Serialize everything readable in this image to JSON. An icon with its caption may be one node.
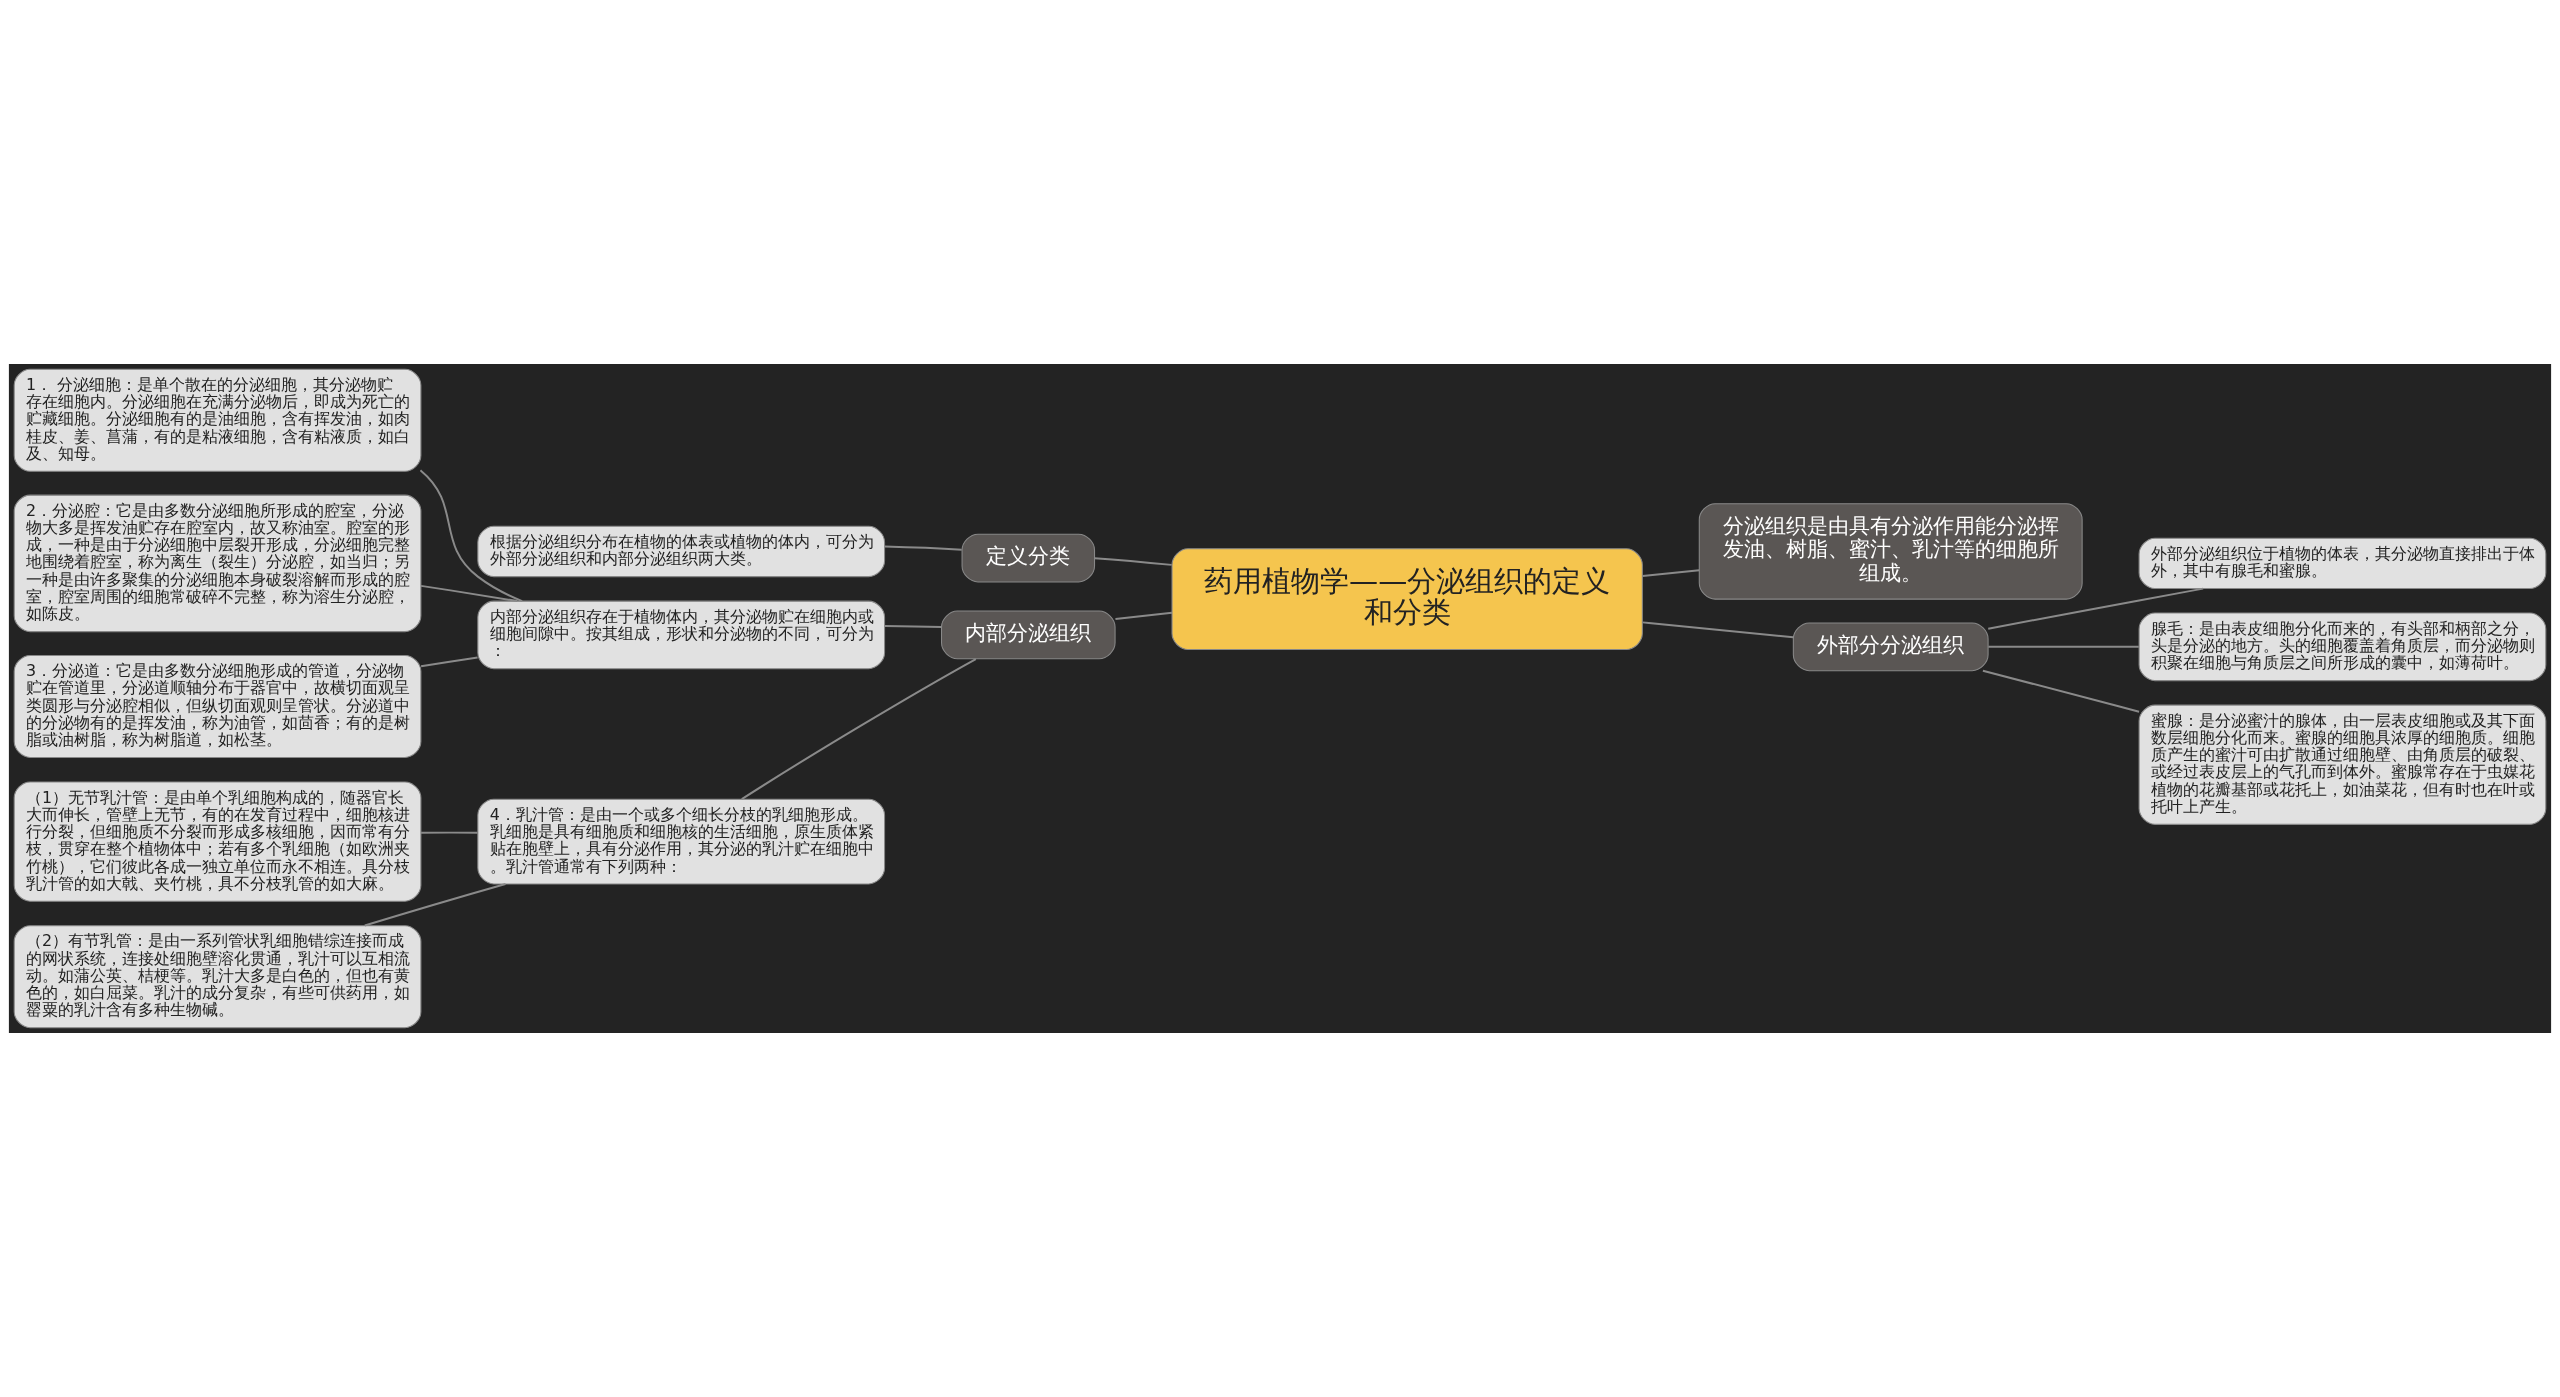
{
  "diagram": {
    "nodes": [
      {
        "text": [
          "药用植物学——分泌组织的定义和分类"
        ]
      },
      {
        "text": [
          "定义分类"
        ]
      },
      {
        "text": [
          "根据分泌组织分布在植物的体表或植物的体内，可分为外部分泌组织和内部分泌组织两大类。"
        ]
      },
      {
        "text": [
          "分泌组织是由具有分泌作用能分泌挥发油、树脂、蜜汁、乳汁等的细胞所组成。"
        ]
      },
      {
        "text": [
          "外部分分泌组织"
        ]
      },
      {
        "text": [
          "外部分泌组织位于植物的体表，其分泌物直接排出于体外，其中有腺毛和蜜腺。"
        ]
      },
      {
        "text": [
          "腺毛：是由表皮细胞分化而来的，有头部和柄部之分，头是分泌的地方。头的细胞覆盖着角质层，而分泌物则积聚在细胞与角质层之间所形成的囊中，如薄荷叶。"
        ]
      },
      {
        "text": [
          "蜜腺：是分泌蜜汁的腺体，由一层表皮细胞或及其下面数层细胞分化而来。蜜腺的细胞具浓厚的细胞质。细胞质产生的蜜汁可由扩散通过细胞壁、由角质层的破裂、或经过表皮层上的气孔而到体外。蜜腺常存在于虫媒花植物的花瓣基部或花托上，如油菜花，但有时也在叶或托叶上产生。"
        ]
      },
      {
        "text": [
          "内部分泌组织"
        ]
      },
      {
        "text": [
          "内部分泌组织存在于植物体内，其分泌物贮在细胞内或细胞间隙中。按其组成，形状和分泌物的不同，可分为："
        ]
      },
      {
        "text": [
          "1． 分泌细胞：是单个散在的分泌细胞，其分泌物贮存在细胞内。分泌细胞在充满分泌物后，即成为死亡的贮藏细胞。分泌细胞有的是油细胞，含有挥发油，如肉桂皮、姜、菖蒲，有的是粘液细胞，含有粘液质，如白及、知母。"
        ]
      },
      {
        "text": [
          "2．分泌腔：它是由多数分泌细胞所形成的腔室，分泌物大多是挥发油贮存在腔室内，故又称油室。腔室的形成，一种是由于分泌细胞中层裂开形成，分泌细胞完整地围绕着腔室，称为离生（裂生）分泌腔，如当归；另一种是由许多聚集的分泌细胞本身破裂溶解而形成的腔室，腔室周围的细胞常破碎不完整，称为溶生分泌腔，如陈皮。"
        ]
      },
      {
        "text": [
          "3．分泌道：它是由多数分泌细胞形成的管道，分泌物贮在管道里，分泌道顺轴分布于器官中，故横切面观呈类圆形与分泌腔相似，但纵切面观则呈管状。分泌道中的分泌物有的是挥发油，称为油管，如茴香；有的是树脂或油树脂，称为树脂道，如松茎。"
        ]
      },
      {
        "text": [
          "4．乳汁管：是由一个或多个细长分枝的乳细胞形成。乳细胞是具有细胞质和细胞核的生活细胞，原生质体紧贴在胞壁上，具有分泌作用，其分泌的乳汁贮在细胞中。乳汁管通常有下列两种："
        ]
      },
      {
        "text": [
          "（1）无节乳汁管：是由单个乳细胞构成的，随器官长大而伸长，管壁上无节，有的在发育过程中，细胞核进行分裂，但细胞质不分裂而形成多核细胞，因而常有分枝，贯穿在整个植物体中；若有多个乳细胞（如欧洲夹竹桃），它们彼此各成一独立单位而永不相连。具分枝乳汁管的如大戟、夹竹桃，具不分枝乳管的如大麻。"
        ]
      },
      {
        "text": [
          "（2）有节乳管：是由一系列管状乳细胞错综连接而成的网状系统，连接处细胞壁溶化贯通，乳汁可以互相流动。如蒲公英、桔梗等。乳汁大多是白色的，但也有黄色的，如白屈菜。乳汁的成分复杂，有些可供药用，如罂粟的乳汁含有多种生物碱。"
        ]
      }
    ],
    "edges": [
      {
        "from": 0,
        "to": 1,
        "arrow": "none"
      },
      {
        "from": 1,
        "to": 2,
        "arrow": "none"
      },
      {
        "from": 0,
        "to": 3,
        "arrow": "none"
      },
      {
        "from": 0,
        "to": 4,
        "arrow": "none"
      },
      {
        "from": 4,
        "to": 5,
        "arrow": "none"
      },
      {
        "from": 4,
        "to": 6,
        "arrow": "none"
      },
      {
        "from": 4,
        "to": 7,
        "arrow": "none"
      },
      {
        "from": 0,
        "to": 8,
        "arrow": "none"
      },
      {
        "from": 8,
        "to": 9,
        "arrow": "none"
      },
      {
        "from": 9,
        "to": 10,
        "arrow": "none"
      },
      {
        "from": 9,
        "to": 11,
        "arrow": "none"
      },
      {
        "from": 9,
        "to": 12,
        "arrow": "none"
      },
      {
        "from": 8,
        "to": 13,
        "arrow": "none"
      },
      {
        "from": 13,
        "to": 14,
        "arrow": "none"
      },
      {
        "from": 13,
        "to": 15,
        "arrow": "none"
      }
    ]
  }
}
